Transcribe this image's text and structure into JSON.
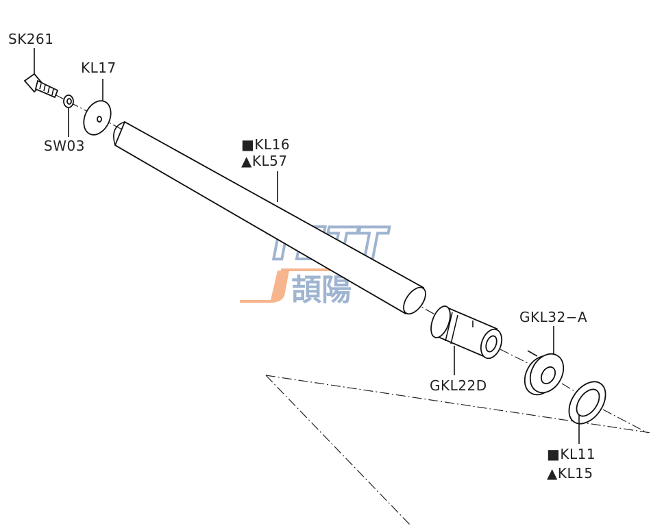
{
  "title": "Shaft assembly exploded parts diagram",
  "watermark": {
    "latin": "TETT",
    "chinese": "頡陽",
    "colors": {
      "blue": "#8fa8c8",
      "orange": "#f4a879"
    }
  },
  "parts": [
    {
      "id": "screw",
      "label": "SK261"
    },
    {
      "id": "large-washer",
      "label": "KL17"
    },
    {
      "id": "spring-washer",
      "label": "SW03"
    },
    {
      "id": "shaft-tube",
      "labels": [
        "■KL16",
        "▲KL57"
      ]
    },
    {
      "id": "bushing",
      "label": "GKL22D"
    },
    {
      "id": "collar",
      "label": "GKL32−A"
    },
    {
      "id": "ring",
      "labels": [
        "■KL11",
        "▲KL15"
      ]
    }
  ]
}
